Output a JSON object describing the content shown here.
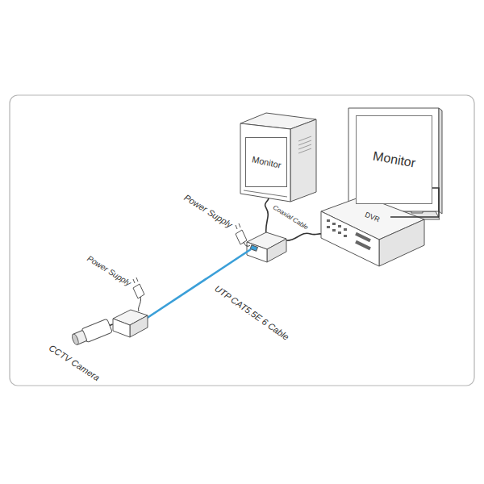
{
  "diagram": {
    "nodes": [
      {
        "text": [
          "Monitor"
        ]
      },
      {
        "text": [
          "Monitor"
        ]
      },
      {
        "text": [
          "DVR"
        ]
      }
    ],
    "edges": [
      {
        "from": 1,
        "to": 2,
        "arrow": "none"
      }
    ],
    "labels": [
      "Power Supply",
      "Coaxial Cable",
      "Power Supply",
      "UTP CAT5.5E 6 Cable",
      "CCTV Camera"
    ]
  }
}
